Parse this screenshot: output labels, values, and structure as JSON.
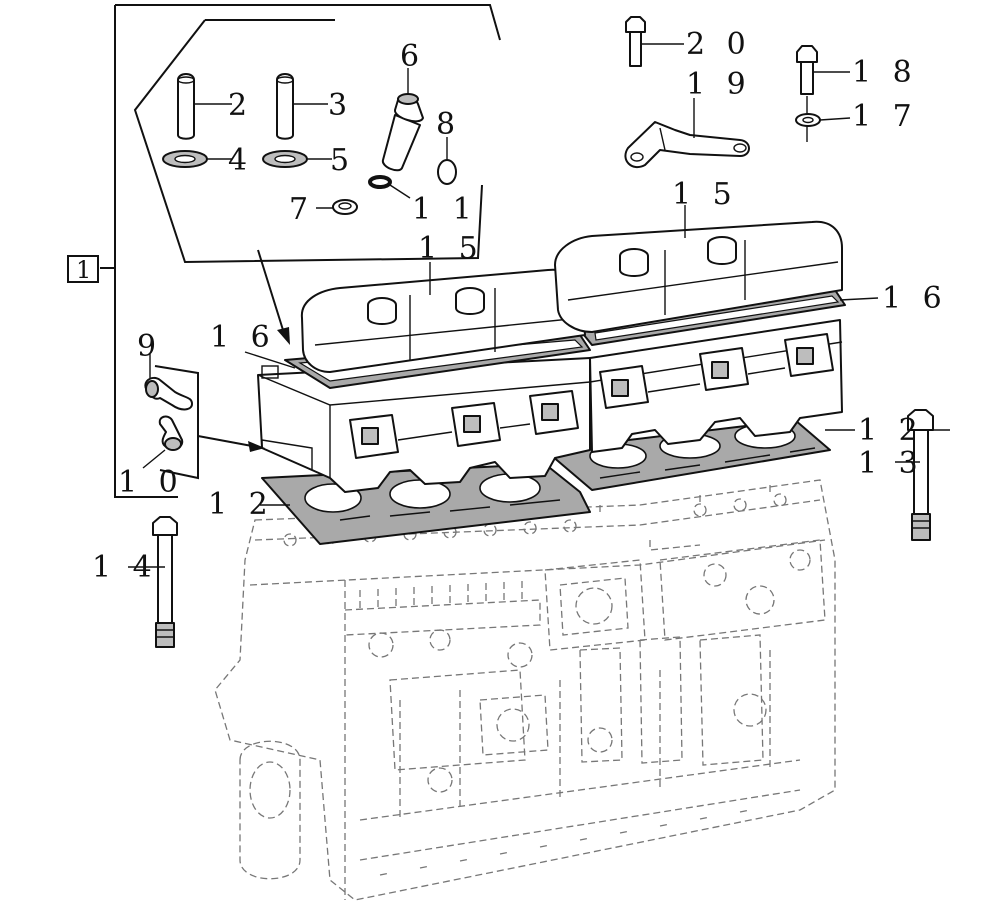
{
  "group_badge": "1",
  "callouts": {
    "c2": "2",
    "c3": "3",
    "c4": "4",
    "c5": "5",
    "c6": "6",
    "c7": "7",
    "c8": "8",
    "c9": "9",
    "c10": "1 0",
    "c11": "1 1",
    "c12a": "1 2",
    "c12b": "1 2",
    "c13": "1 3",
    "c14": "1 4",
    "c15a": "1 5",
    "c15b": "1 5",
    "c16a": "1 6",
    "c16b": "1 6",
    "c17": "1 7",
    "c18": "1 8",
    "c19": "1 9",
    "c20": "2 0"
  }
}
